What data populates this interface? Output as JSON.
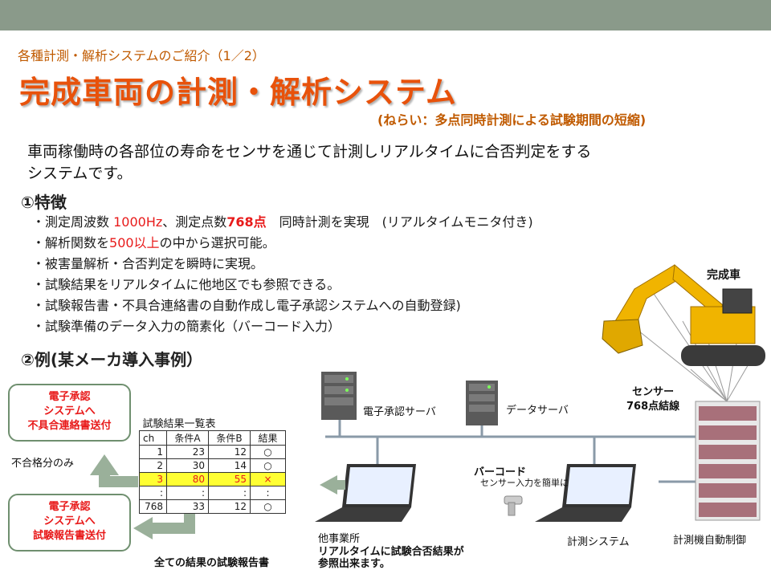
{
  "header": {
    "subtitle": "各種計測・解析システムのご紹介（1／2）",
    "title": "完成車両の計測・解析システム",
    "aim": "(ねらい：多点同時計測による試験期間の短縮)"
  },
  "intro": {
    "line1": "車両稼働時の各部位の寿命をセンサを通じて計測しリアルタイムに合否判定をする",
    "line2": "システムです。"
  },
  "features": {
    "heading": "①特徴",
    "item1": {
      "a": "・測定周波数 ",
      "freq": "1000Hz",
      "b": "、測定点数",
      "points": "768点",
      "c": "　同時計測を実現　(リアルタイムモニタ付き)"
    },
    "item2": {
      "a": "・解析関数を",
      "count": "500以上",
      "b": "の中から選択可能。"
    },
    "item3": "・被害量解析・合否判定を瞬時に実現。",
    "item4": "・試験結果をリアルタイムに他地区でも参照できる。",
    "item5": "・試験報告書・不具合連絡書の自動作成し電子承認システムへの自動登録)",
    "item6": "・試験準備のデータ入力の簡素化（バーコード入力）"
  },
  "example": {
    "heading": "②例(某メーカ導入事例）",
    "box_top": {
      "l1": "電子承認",
      "l2": "システムへ",
      "l3": "不具合連絡書送付"
    },
    "box_bottom": {
      "l1": "電子承認",
      "l2": "システムへ",
      "l3": "試験報告書送付"
    },
    "fail_only": "不合格分のみ",
    "all_results": "全ての結果の試験報告書",
    "approval_server": "電子承認サーバ",
    "data_server": "データサーバ",
    "other_site": "他事業所",
    "realtime_note1": "リアルタイムに試験合否結果が",
    "realtime_note2": "参照出来ます。",
    "barcode": "バーコード",
    "barcode_note": "センサー入力を簡単に",
    "measure_system": "計測システム",
    "auto_control": "計測機自動制御",
    "sensor1": "センサー",
    "sensor2": "768点結線",
    "vehicle": "完成車"
  },
  "results_table": {
    "caption": "試験結果一覧表",
    "headers": [
      "ch",
      "条件A",
      "条件B",
      "結果"
    ],
    "rows": [
      [
        "1",
        "23",
        "12",
        "○"
      ],
      [
        "2",
        "30",
        "14",
        "○"
      ],
      [
        "3",
        "80",
        "55",
        "×"
      ],
      [
        ":",
        ":",
        ":",
        ":"
      ],
      [
        "768",
        "33",
        "12",
        "○"
      ]
    ]
  },
  "colors": {
    "accent": "#e8520b",
    "subtitle": "#c05a00",
    "highlight": "#ffff33",
    "alert_red": "#e81a1a",
    "band": "#8a9a8a"
  }
}
